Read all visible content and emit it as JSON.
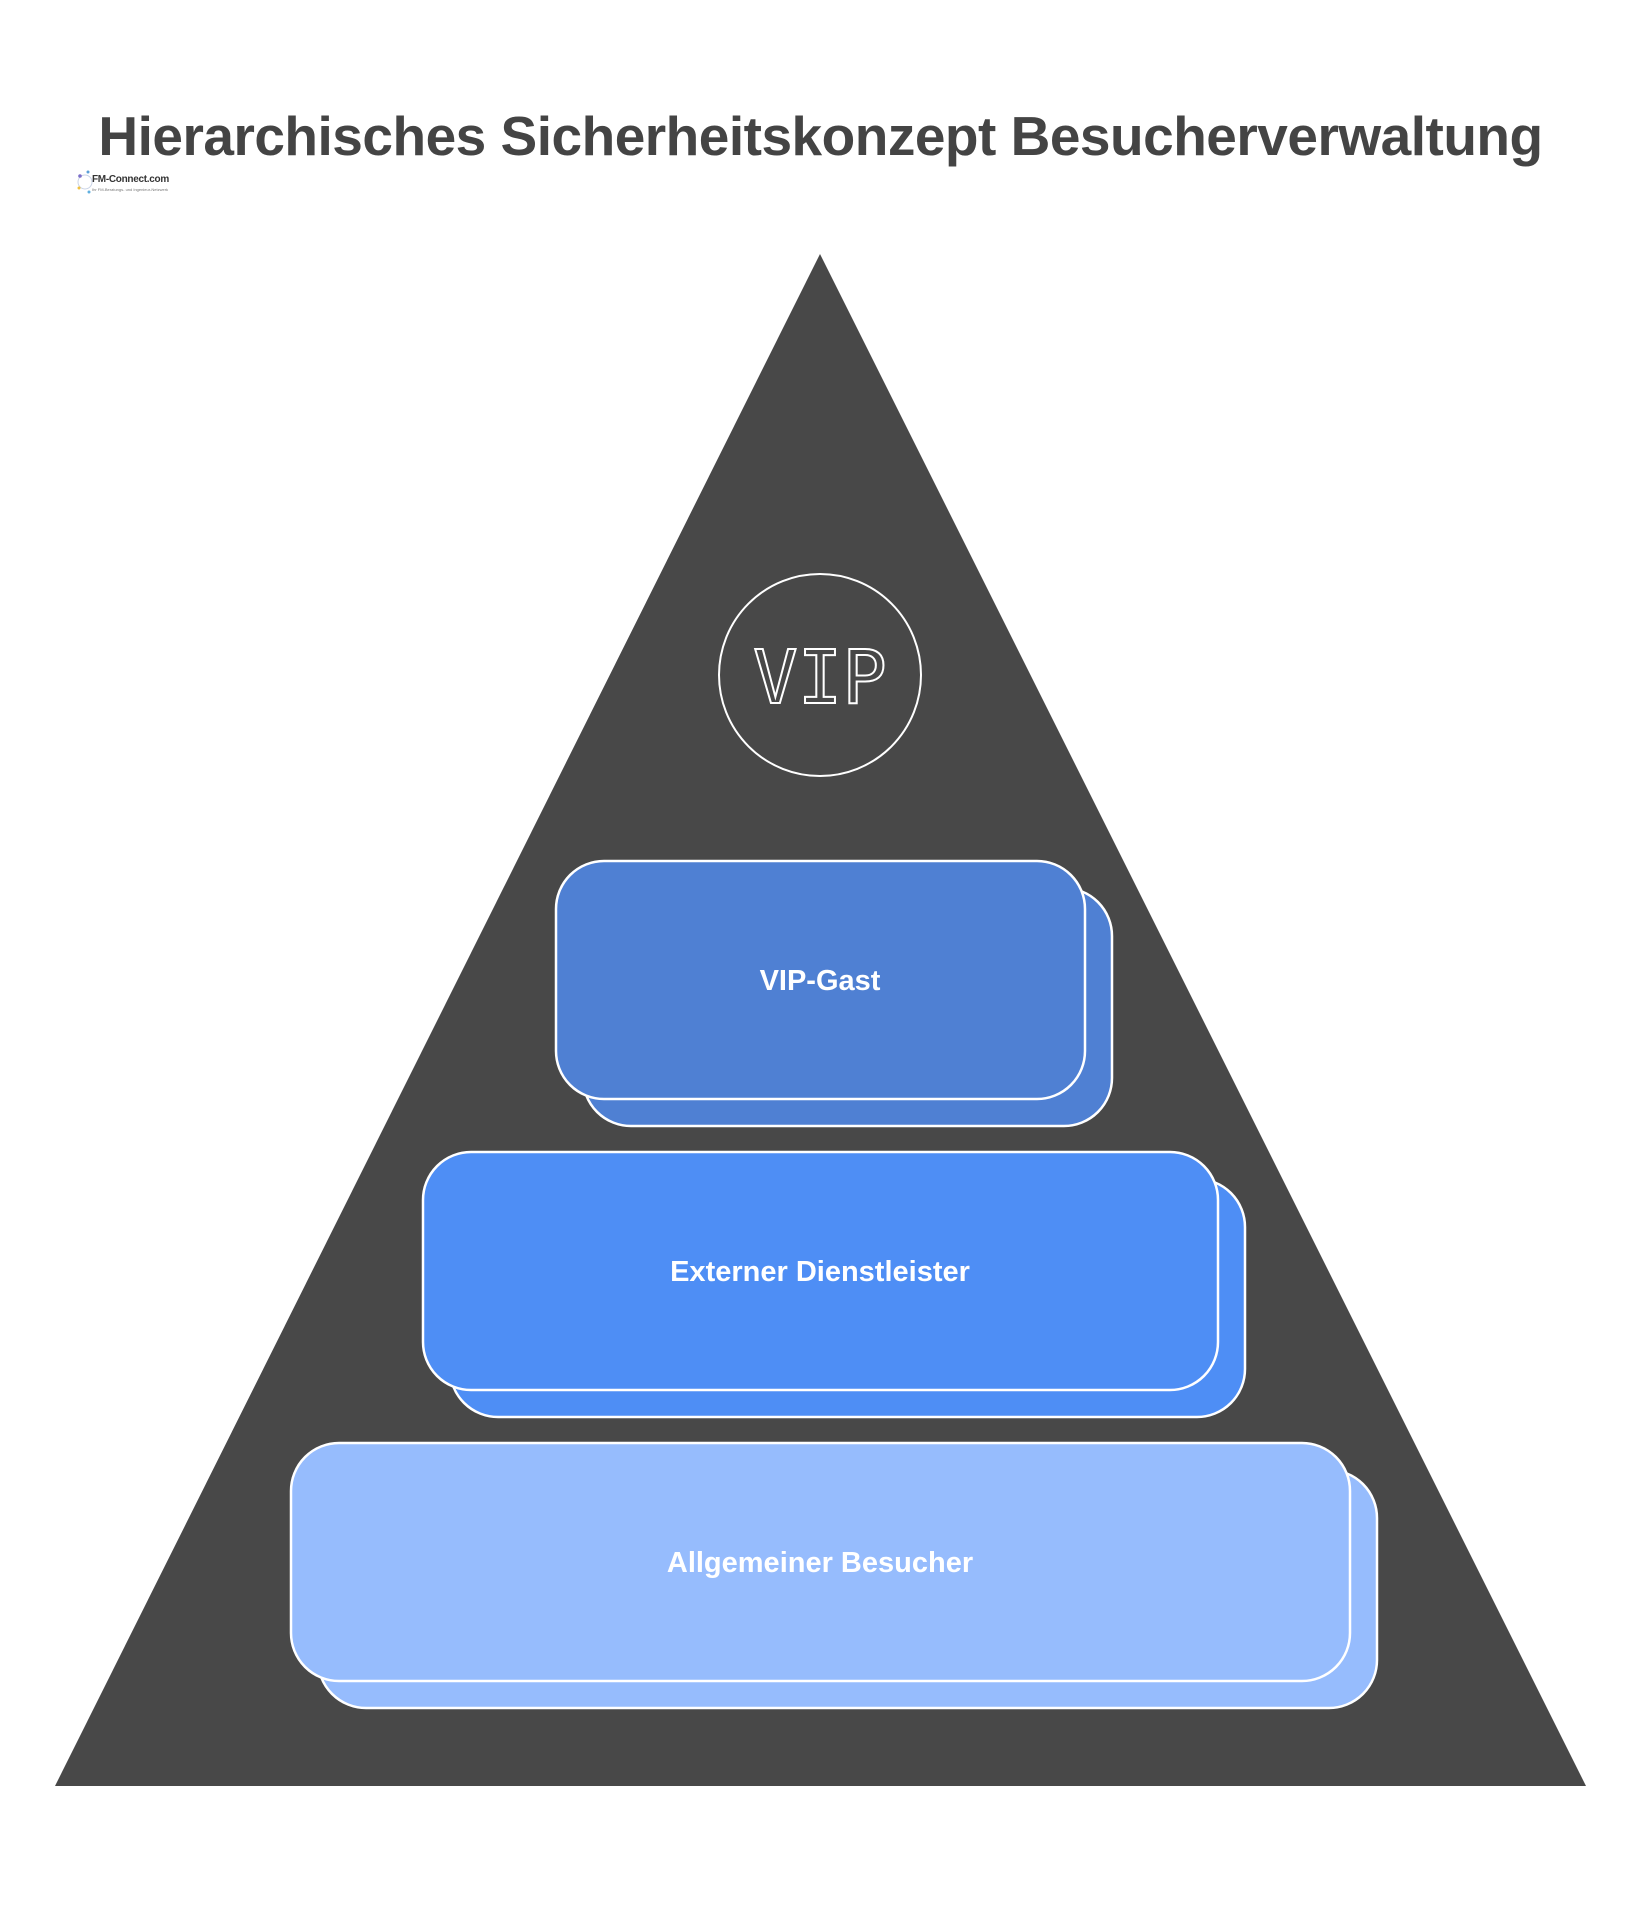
{
  "title": "Hierarchisches Sicherheitskonzept Besucherverwaltung",
  "logo": {
    "name": "FM-Connect.com",
    "tagline": "Ihr FM-Beratungs- und Ingenieur-Netzwerk"
  },
  "apex_icon": {
    "icon": "vip-badge-icon",
    "text": "VIP"
  },
  "colors": {
    "pyramid": "#484848",
    "title": "#444444",
    "levels": [
      "#4f80d3",
      "#4e8ef5",
      "#96bcfd"
    ],
    "border": "#ffffff"
  },
  "levels": [
    {
      "label": "VIP-Gast",
      "rank": 1
    },
    {
      "label": "Externer Dienstleister",
      "rank": 2
    },
    {
      "label": "Allgemeiner Besucher",
      "rank": 3
    }
  ]
}
